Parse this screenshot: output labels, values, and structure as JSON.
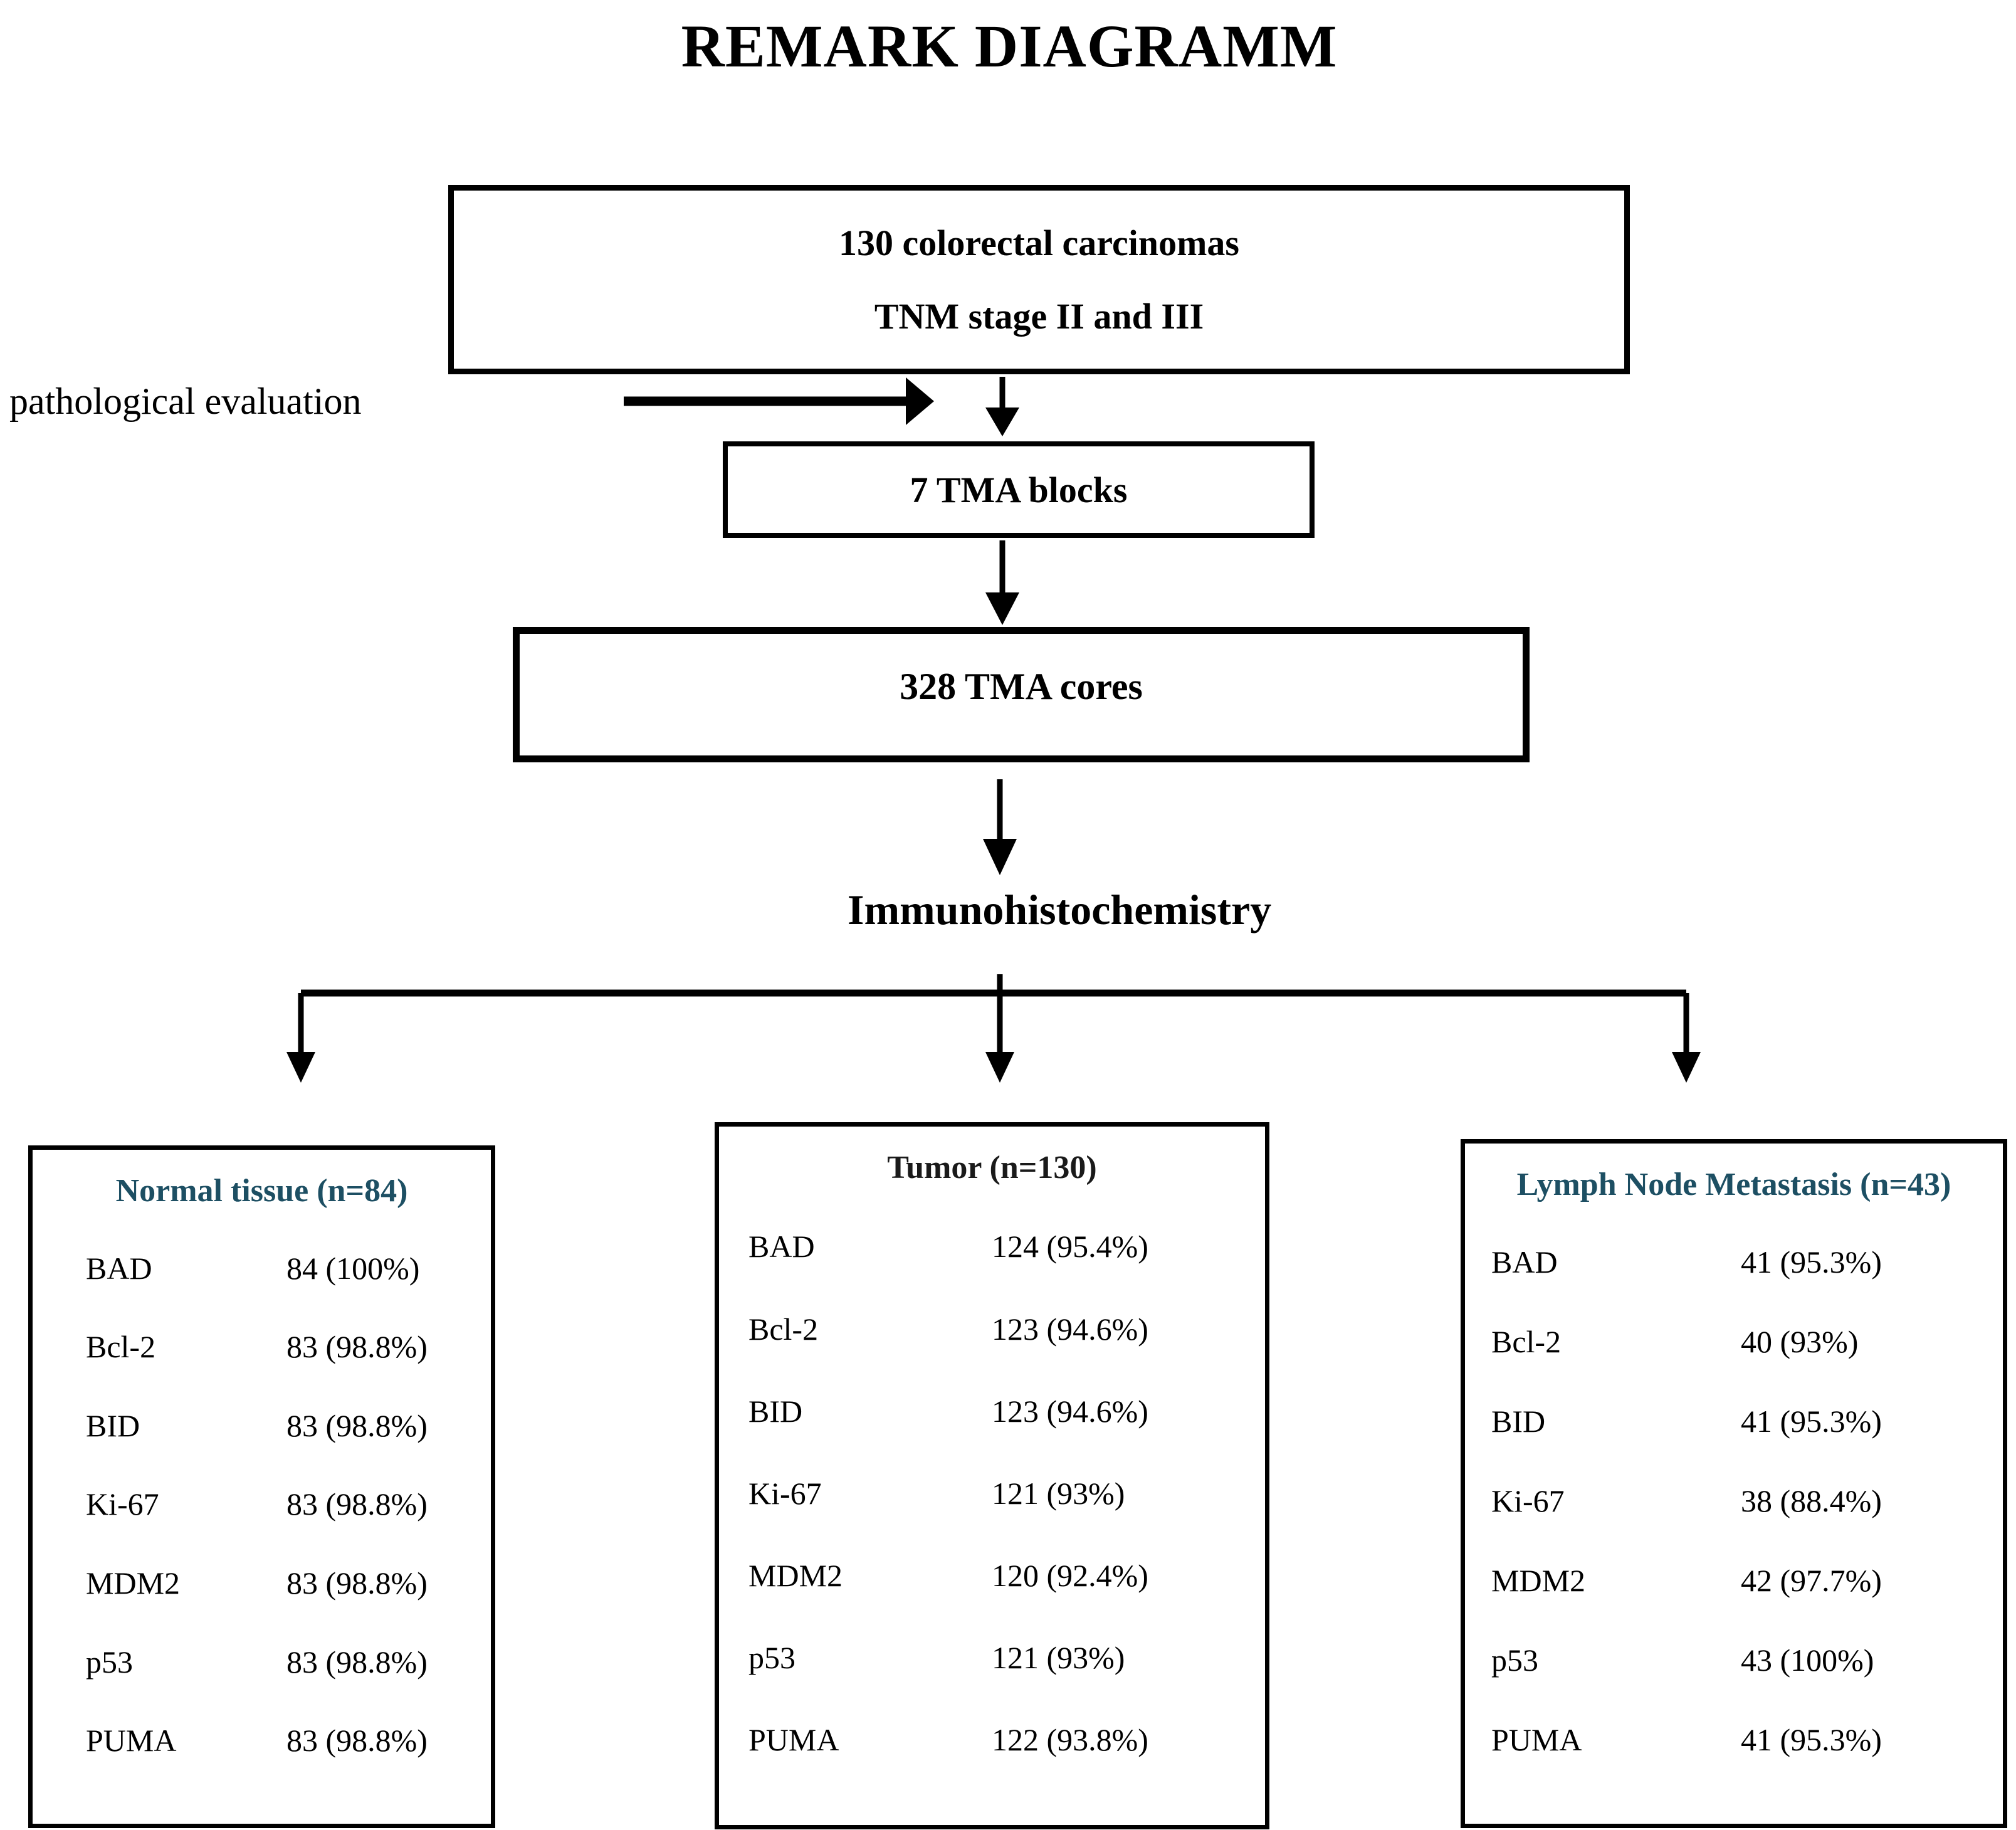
{
  "title": "REMARK DIAGRAMM",
  "flow": {
    "top_box": {
      "line1": "130 colorectal carcinomas",
      "line2": "TNM stage II and III"
    },
    "side_label": "pathological evaluation",
    "tma_blocks_box": "7 TMA blocks",
    "tma_cores_box": "328 TMA cores",
    "ihc_label": "Immunohistochemistry"
  },
  "icons": {
    "down-arrow-icon": "filled black triangle pointing down (CSS/SVG shape)",
    "right-arrow-icon": "filled black triangle pointing right (CSS/SVG shape)"
  },
  "colors": {
    "accent_teal": "#1d4f63",
    "ink": "#000000",
    "background": "#ffffff"
  },
  "boxes": {
    "normal": {
      "header": "Normal tissue (n=84)",
      "header_color": "#1d4f63",
      "rows": [
        {
          "label": "BAD",
          "value": "84 (100%)"
        },
        {
          "label": "Bcl-2",
          "value": "83 (98.8%)"
        },
        {
          "label": "BID",
          "value": "83 (98.8%)"
        },
        {
          "label": "Ki-67",
          "value": "83 (98.8%)"
        },
        {
          "label": "MDM2",
          "value": "83 (98.8%)"
        },
        {
          "label": "p53",
          "value": "83 (98.8%)"
        },
        {
          "label": "PUMA",
          "value": "83 (98.8%)"
        }
      ]
    },
    "tumor": {
      "header": "Tumor (n=130)",
      "header_color": "#1a1a1a",
      "rows": [
        {
          "label": "BAD",
          "value": "124 (95.4%)"
        },
        {
          "label": "Bcl-2",
          "value": "123 (94.6%)"
        },
        {
          "label": "BID",
          "value": "123 (94.6%)"
        },
        {
          "label": "Ki-67",
          "value": "121 (93%)"
        },
        {
          "label": "MDM2",
          "value": "120 (92.4%)"
        },
        {
          "label": "p53",
          "value": "121 (93%)"
        },
        {
          "label": "PUMA",
          "value": "122 (93.8%)"
        }
      ]
    },
    "lymph": {
      "header": "Lymph Node Metastasis (n=43)",
      "header_color": "#1d4f63",
      "rows": [
        {
          "label": "BAD",
          "value": "41 (95.3%)"
        },
        {
          "label": "Bcl-2",
          "value": "40 (93%)"
        },
        {
          "label": "BID",
          "value": "41 (95.3%)"
        },
        {
          "label": "Ki-67",
          "value": "38 (88.4%)"
        },
        {
          "label": "MDM2",
          "value": "42 (97.7%)"
        },
        {
          "label": "p53",
          "value": "43 (100%)"
        },
        {
          "label": "PUMA",
          "value": "41 (95.3%)"
        }
      ]
    }
  }
}
